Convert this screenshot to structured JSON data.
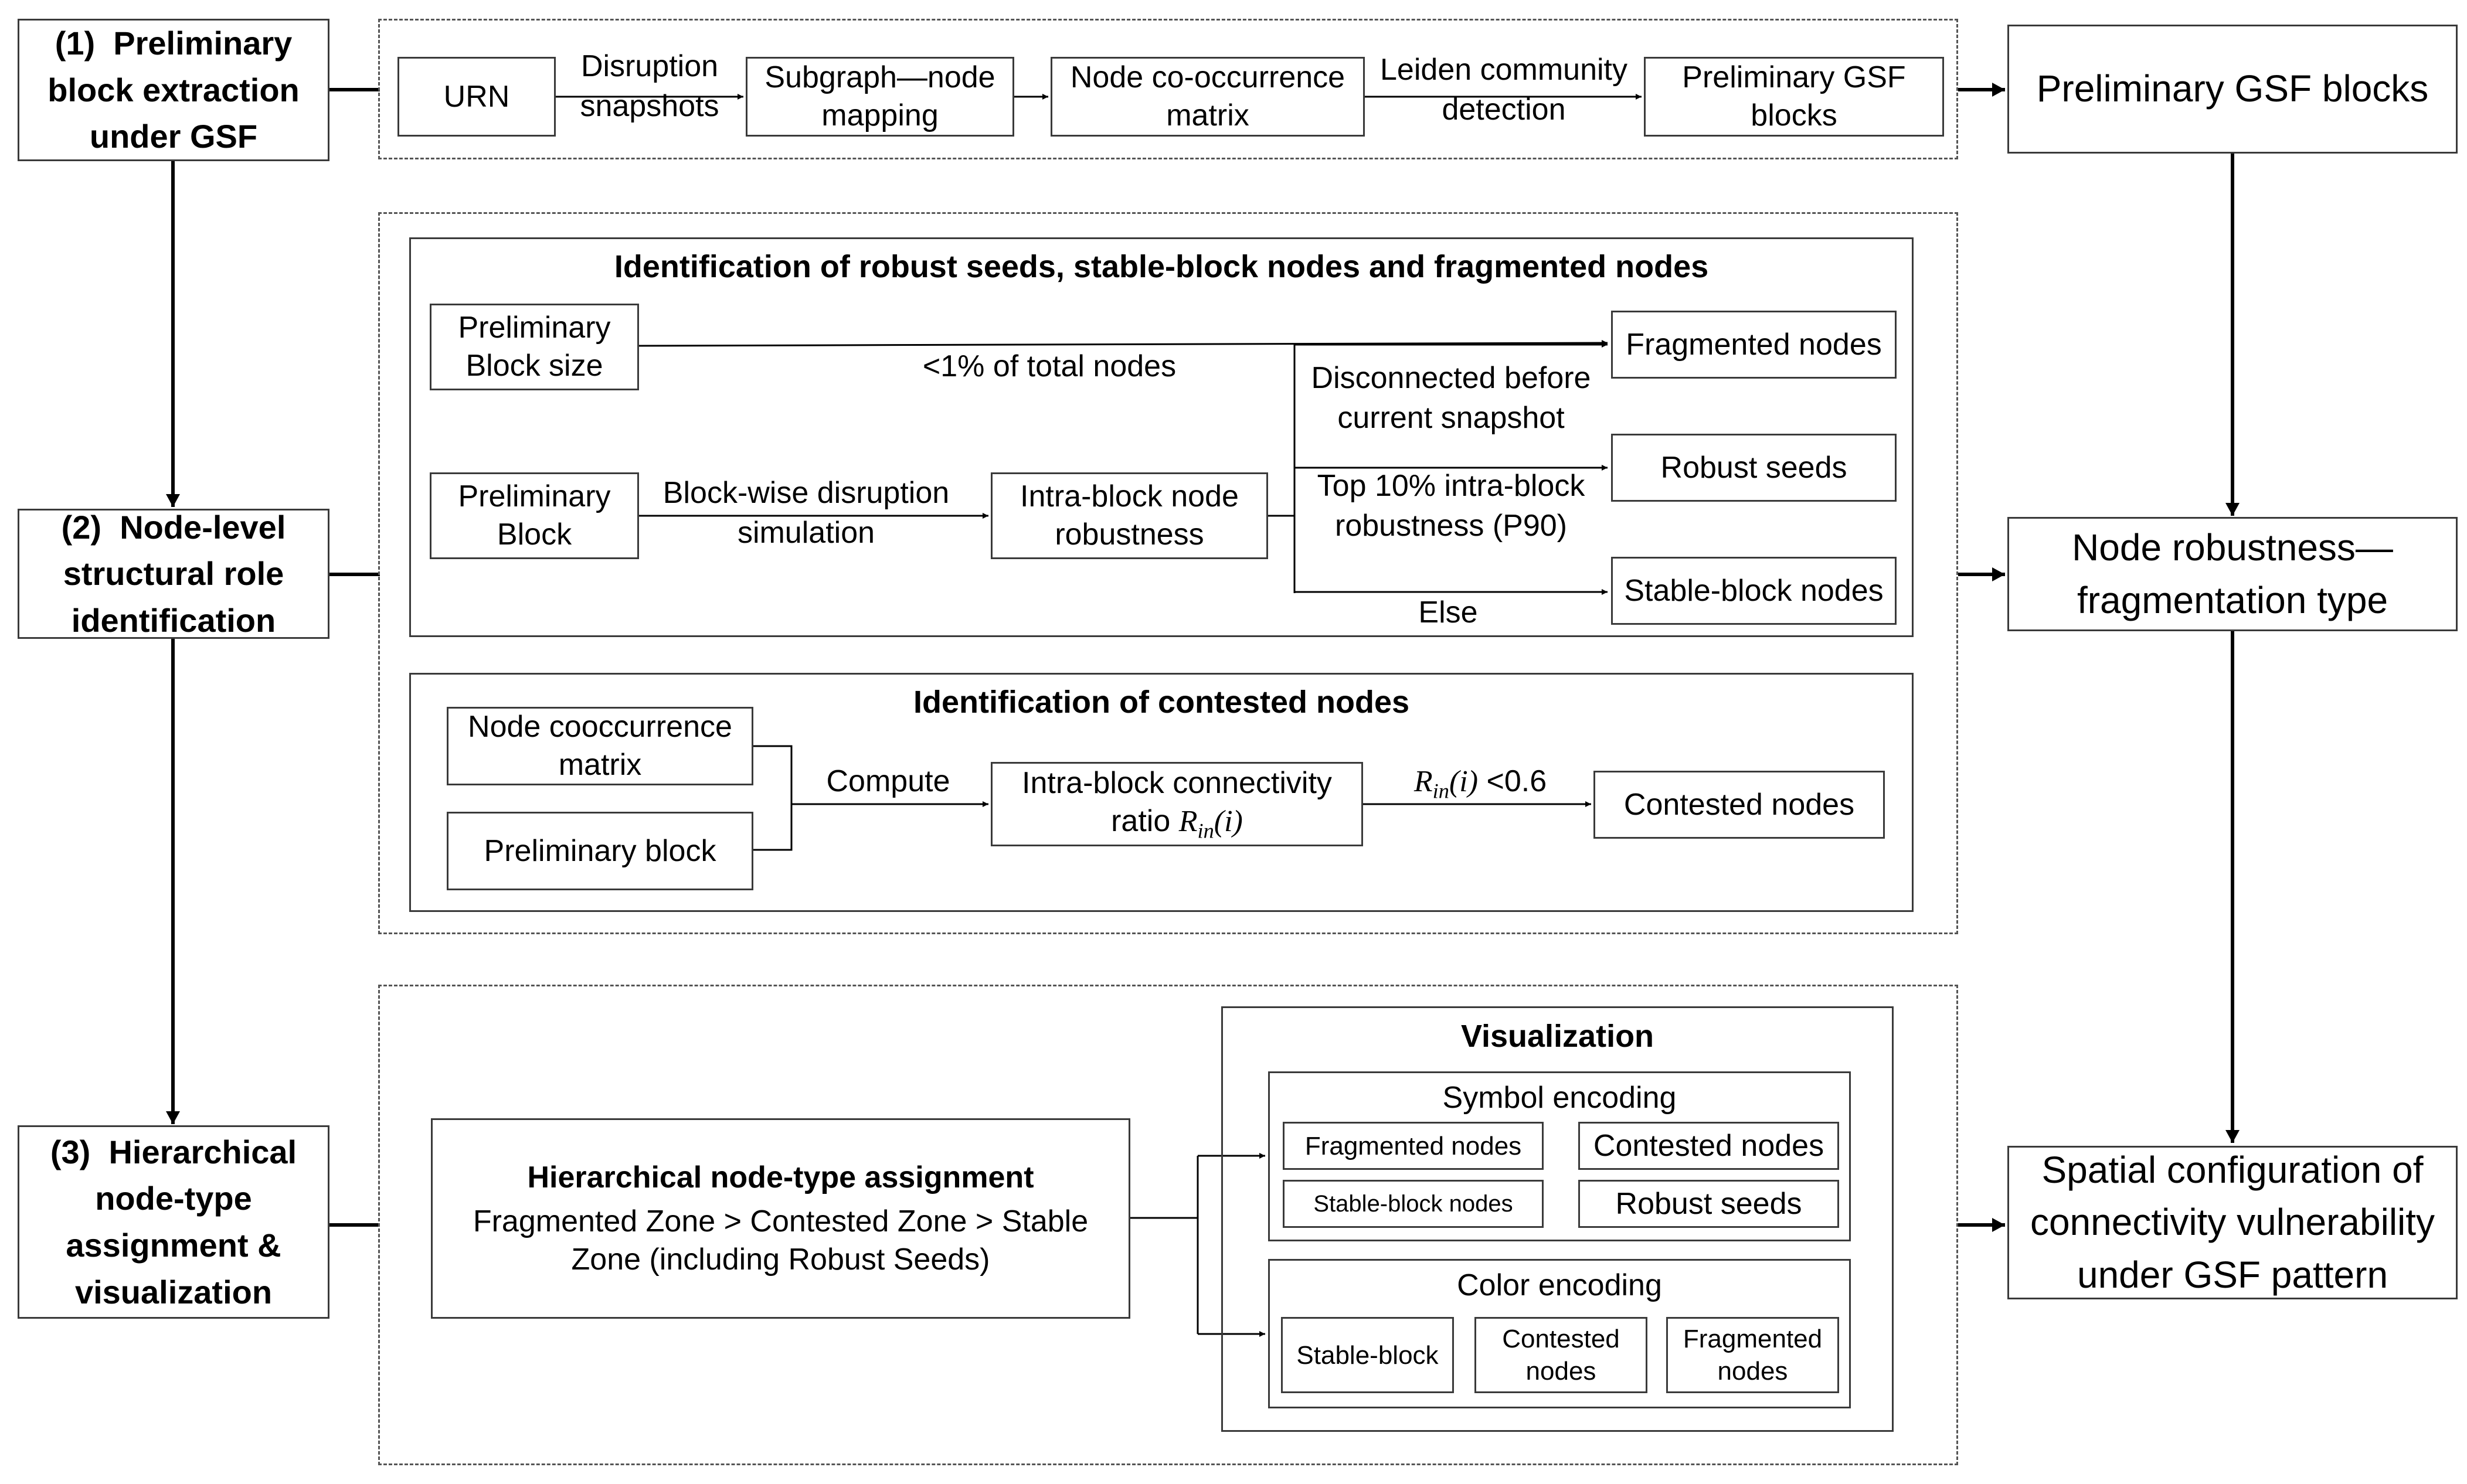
{
  "stages": {
    "s1": {
      "num": "(1)",
      "text": "Preliminary block extraction under GSF"
    },
    "s2": {
      "num": "(2)",
      "text": "Node-level structural role identification"
    },
    "s3": {
      "num": "(3)",
      "text": "Hierarchical node-type assignment & visualization"
    }
  },
  "row1": {
    "urn": "URN",
    "disruption": "Disruption snapshots",
    "subgraph": "Subgraph—node mapping",
    "cooc": "Node co-occurrence matrix",
    "leiden": "Leiden community detection",
    "prelim_gsf": "Preliminary GSF blocks"
  },
  "outputs": {
    "o1": "Preliminary GSF blocks",
    "o2": "Node robustness— fragmentation type",
    "o3": "Spatial configuration of connectivity vulnerability under GSF pattern"
  },
  "robust_panel": {
    "title": "Identification of robust seeds, stable-block nodes and fragmented nodes",
    "block_size": "Preliminary Block size",
    "lt1": "<1% of total nodes",
    "fragmented": "Fragmented nodes",
    "prelim_block": "Preliminary Block",
    "blockwise": "Block-wise disruption simulation",
    "intra_robust": "Intra-block node robustness",
    "disconnected": "Disconnected before current snapshot",
    "robust_seeds": "Robust seeds",
    "top10": "Top 10% intra-block robustness (P90)",
    "stable": "Stable-block nodes",
    "else": "Else"
  },
  "contested_panel": {
    "title": "Identification of contested nodes",
    "cooc": "Node cooccurrence matrix",
    "prelim_block": "Preliminary block",
    "compute": "Compute",
    "ratio_text": "Intra-block connectivity ratio",
    "ratio_sym": "Rin(i)",
    "threshold": "<0.6",
    "contested": "Contested nodes"
  },
  "assignment": {
    "title": "Hierarchical node-type assignment",
    "text": "Fragmented Zone > Contested Zone > Stable Zone (including Robust Seeds)"
  },
  "visualization": {
    "title": "Visualization",
    "symbol": {
      "title": "Symbol encoding",
      "items": [
        "Fragmented nodes",
        "Contested nodes",
        "Stable-block nodes",
        "Robust seeds"
      ]
    },
    "color": {
      "title": "Color encoding",
      "items": [
        "Stable-block",
        "Contested nodes",
        "Fragmented nodes"
      ]
    }
  }
}
